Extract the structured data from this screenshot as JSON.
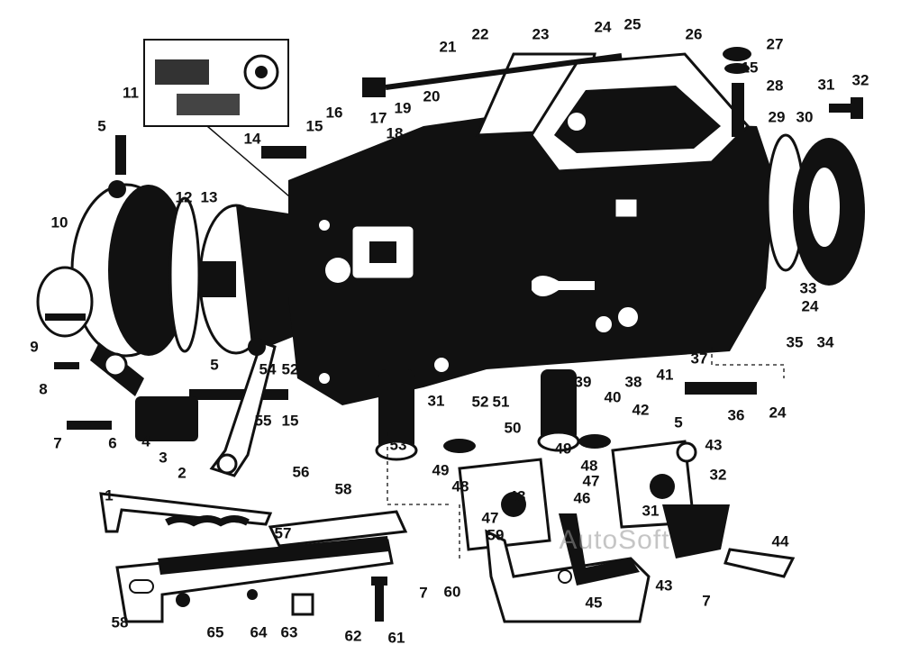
{
  "callouts": [
    "1",
    "2",
    "3",
    "4",
    "5",
    "5",
    "5",
    "6",
    "7",
    "7",
    "7",
    "8",
    "9",
    "10",
    "11",
    "12",
    "13",
    "14",
    "15",
    "15",
    "15",
    "16",
    "17",
    "18",
    "19",
    "20",
    "21",
    "22",
    "23",
    "24",
    "24",
    "24",
    "25",
    "26",
    "27",
    "28",
    "29",
    "30",
    "31",
    "31",
    "31",
    "32",
    "32",
    "33",
    "34",
    "35",
    "36",
    "37",
    "38",
    "39",
    "40",
    "41",
    "42",
    "43",
    "43",
    "43",
    "44",
    "45",
    "46",
    "47",
    "47",
    "48",
    "48",
    "49",
    "49",
    "50",
    "51",
    "52",
    "52",
    "53",
    "54",
    "55",
    "56",
    "57",
    "58",
    "58",
    "59",
    "60",
    "61",
    "62",
    "63",
    "64",
    "65"
  ],
  "watermark": "AutoSoft",
  "colors": {
    "ink": "#111111",
    "paper": "#ffffff",
    "shade": "#555555"
  }
}
